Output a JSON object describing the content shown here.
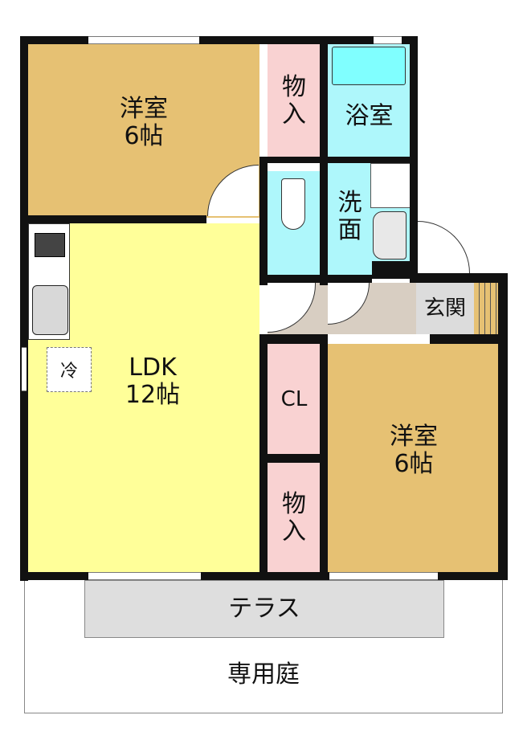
{
  "rooms": {
    "western1": {
      "name": "洋室",
      "size": "6帖"
    },
    "closet_top": {
      "name": "物\n入"
    },
    "bath": {
      "name": "浴室"
    },
    "washroom": {
      "name": "洗\n面"
    },
    "entrance": {
      "name": "玄関"
    },
    "ldk": {
      "name": "LDK",
      "size": "12帖"
    },
    "fridge": {
      "name": "冷"
    },
    "cl": {
      "name": "CL"
    },
    "closet_bottom": {
      "name": "物\n入"
    },
    "western2": {
      "name": "洋室",
      "size": "6帖"
    },
    "terrace": {
      "name": "テラス"
    },
    "garden": {
      "name": "専用庭"
    }
  },
  "colors": {
    "western": "#e6c173",
    "ldk": "#ffff99",
    "closet": "#f9d2d2",
    "wet": "#aef7fb",
    "hall": "#d8cec2",
    "entrance": "#dcdcdc"
  }
}
